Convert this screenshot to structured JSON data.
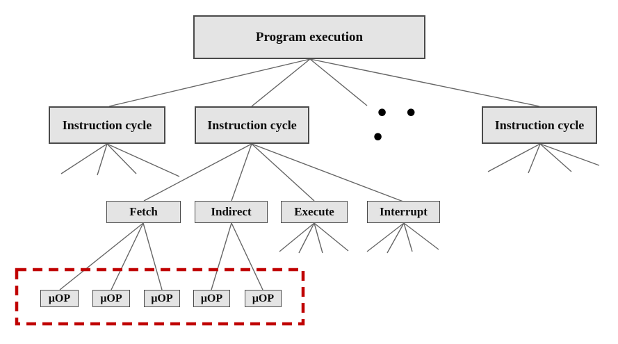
{
  "diagram": {
    "title": "Program execution tree diagram",
    "type": "tree",
    "colors": {
      "box_fill": "#e4e4e4",
      "box_border": "#4a4a4a",
      "connector": "#666666",
      "highlight_red": "#c00000",
      "text": "#0d0d0d"
    },
    "nodes": {
      "program": {
        "label": "Program execution"
      },
      "instruction_cycles": [
        {
          "label": "Instruction cycle"
        },
        {
          "label": "Instruction cycle"
        },
        {
          "label": "Instruction cycle"
        }
      ],
      "ellipsis": "• • •",
      "phases": [
        {
          "label": "Fetch"
        },
        {
          "label": "Indirect"
        },
        {
          "label": "Execute"
        },
        {
          "label": "Interrupt"
        }
      ],
      "uops": [
        {
          "label": "μOP"
        },
        {
          "label": "μOP"
        },
        {
          "label": "μOP"
        },
        {
          "label": "μOP"
        },
        {
          "label": "μOP"
        }
      ]
    },
    "hierarchy": {
      "program_children": [
        "instruction_cycle_1",
        "instruction_cycle_2",
        "ellipsis",
        "instruction_cycle_3"
      ],
      "instruction_cycle_2_children": [
        "Fetch",
        "Indirect",
        "Execute",
        "Interrupt"
      ],
      "fetch_children": [
        "uop-1",
        "uop-2",
        "uop-3"
      ],
      "indirect_children": [
        "uop-4",
        "uop-5"
      ],
      "highlight": "red dashed rectangle around all five uOP boxes"
    }
  }
}
